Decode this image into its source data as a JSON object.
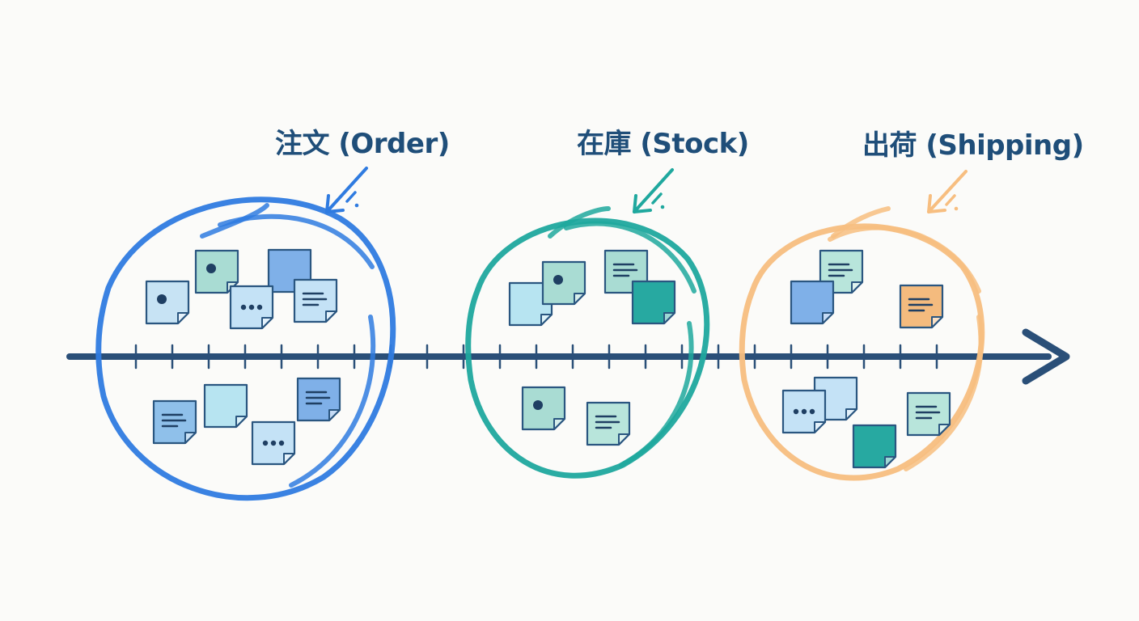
{
  "colors": {
    "background": "#fbfbf9",
    "label_text": "#1f4e79",
    "timeline": "#2a4f78",
    "note_stroke": "#2a5680",
    "order_circle": "#2f7be0",
    "stock_circle": "#1fa89e",
    "shipping_circle": "#f7be80"
  },
  "timeline": {
    "direction": "left-to-right",
    "icon": "arrow-right-icon"
  },
  "clusters": [
    {
      "key": "order",
      "label": "注文 (Order)",
      "color": "#2f7be0",
      "pointer_icon": "arrow-down-left-icon",
      "notes": [
        {
          "icon": "dot-icon",
          "fill": "#c7e3f4"
        },
        {
          "icon": "dot-icon",
          "fill": "#a9dcd3"
        },
        {
          "icon": "blank-icon",
          "fill": "#7fb0e8"
        },
        {
          "icon": "ellipsis-icon",
          "fill": "#c4e2f6"
        },
        {
          "icon": "lines-icon",
          "fill": "#c4e2f6"
        },
        {
          "icon": "lines-icon",
          "fill": "#8fc0ea"
        },
        {
          "icon": "blank-icon",
          "fill": "#b7e4f1"
        },
        {
          "icon": "ellipsis-icon",
          "fill": "#c4e2f6"
        },
        {
          "icon": "lines-icon",
          "fill": "#7fb0e8"
        }
      ]
    },
    {
      "key": "stock",
      "label": "在庫 (Stock)",
      "color": "#1fa89e",
      "pointer_icon": "arrow-down-left-icon",
      "notes": [
        {
          "icon": "blank-icon",
          "fill": "#b7e4f1"
        },
        {
          "icon": "dot-icon",
          "fill": "#a9dcd3"
        },
        {
          "icon": "lines-icon",
          "fill": "#a9dcd3"
        },
        {
          "icon": "blank-icon",
          "fill": "#27a9a1"
        },
        {
          "icon": "dot-icon",
          "fill": "#a9dcd3"
        },
        {
          "icon": "lines-icon",
          "fill": "#b8e5db"
        }
      ]
    },
    {
      "key": "shipping",
      "label": "出荷 (Shipping)",
      "color": "#f7be80",
      "pointer_icon": "arrow-down-left-icon",
      "notes": [
        {
          "icon": "lines-icon",
          "fill": "#b8e5db"
        },
        {
          "icon": "blank-icon",
          "fill": "#7fb0e8"
        },
        {
          "icon": "lines-icon",
          "fill": "#f4bb7e"
        },
        {
          "icon": "blank-icon",
          "fill": "#c4e2f6"
        },
        {
          "icon": "ellipsis-icon",
          "fill": "#c4e2f6"
        },
        {
          "icon": "lines-icon",
          "fill": "#b8e5db"
        },
        {
          "icon": "blank-icon",
          "fill": "#27a9a1"
        }
      ]
    }
  ]
}
